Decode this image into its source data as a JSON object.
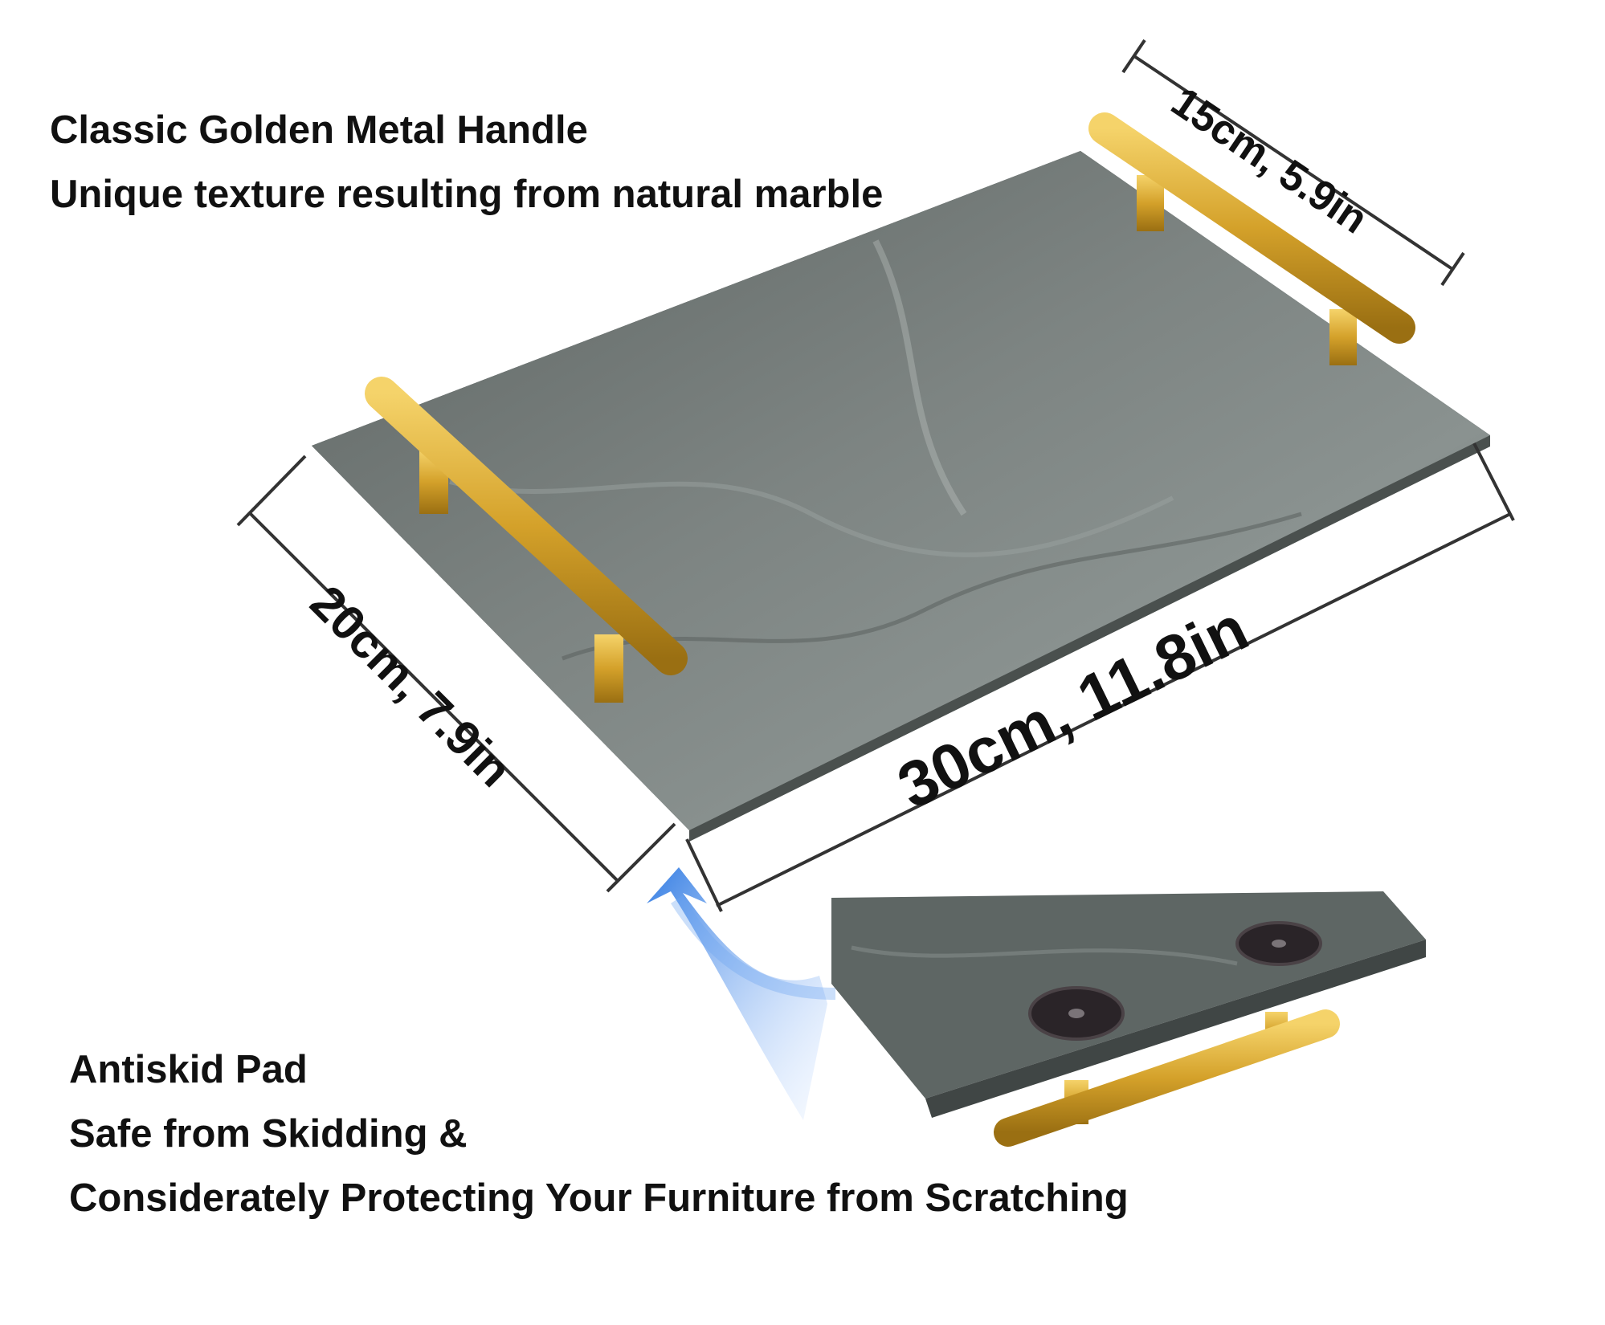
{
  "top_captions": {
    "line1": "Classic Golden Metal Handle",
    "line2": "Unique texture resulting from natural marble"
  },
  "bottom_captions": {
    "line1": "Antiskid Pad",
    "line2": "Safe from Skidding &",
    "line3": "Considerately Protecting Your Furniture from Scratching"
  },
  "dimensions": {
    "handle_length": "15cm, 5.9in",
    "width": "20cm, 7.9in",
    "length": "30cm, 11.8in"
  },
  "colors": {
    "marble": "#6b7270",
    "marble_dark": "#4a504e",
    "gold": "#d4a12a",
    "pad": "#2a2428",
    "arrow_blue": "#1e6fe0"
  }
}
